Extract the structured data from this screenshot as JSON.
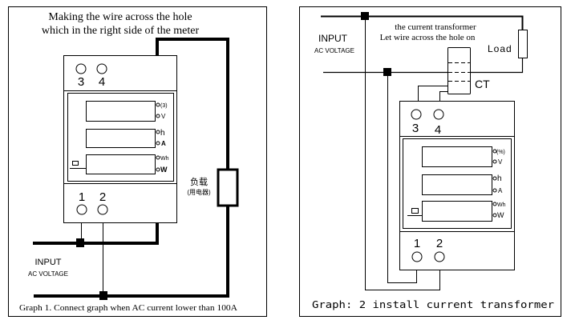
{
  "graph1": {
    "title_line1": "Making the wire across the hole",
    "title_line2": "which in the right side of the meter",
    "caption": "Graph 1. Connect graph when AC current lower than 100A",
    "input_label": "INPUT",
    "voltage_label": "AC VOLTAGE",
    "load_label_cn": "负载",
    "load_sublabel_cn": "(用电器)",
    "terminals_top": [
      "3",
      "4"
    ],
    "terminals_bottom": [
      "1",
      "2"
    ],
    "indicators": [
      "(3)",
      "V",
      "h",
      "A",
      "Wh",
      "W"
    ]
  },
  "graph2": {
    "ct_note_line1": "the current transformer",
    "ct_note_line2": "Let wire across the hole on",
    "caption": "Graph: 2 install current transformer",
    "input_label": "INPUT",
    "voltage_label": "AC VOLTAGE",
    "load_label": "Load",
    "ct_label": "CT",
    "terminals_top": [
      "3",
      "4"
    ],
    "terminals_bottom": [
      "1",
      "2"
    ],
    "indicators": [
      "(%)",
      "V",
      "h",
      "A",
      "Wh",
      "W"
    ]
  }
}
